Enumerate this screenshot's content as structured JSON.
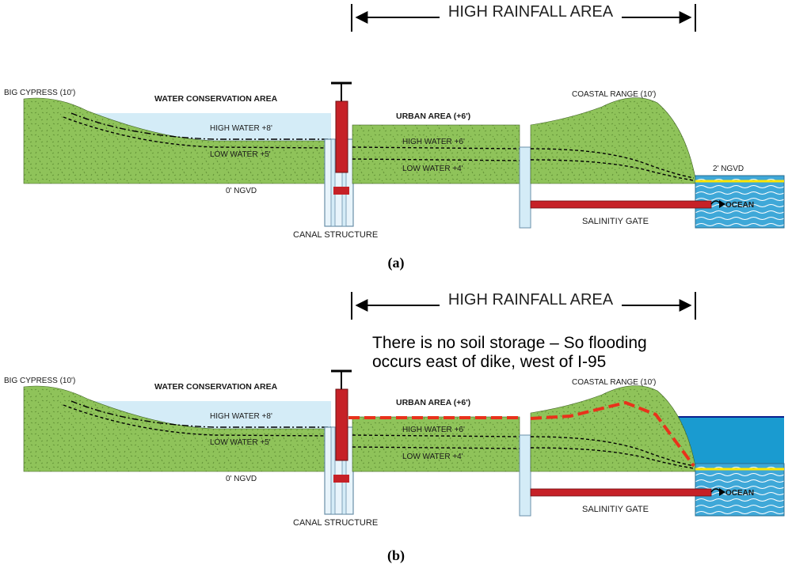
{
  "panels": [
    {
      "id": "a",
      "panel_label": "(a)",
      "region_label": "HIGH RAINFALL AREA",
      "left_label": "BIG CYPRESS (10')",
      "wca_label": "WATER CONSERVATION AREA",
      "wca_high": "HIGH WATER +8'",
      "wca_low": "LOW WATER +5'",
      "datum_label": "0' NGVD",
      "canal_label": "CANAL STRUCTURE",
      "urban_label": "URBAN AREA (+6')",
      "urban_high": "HIGH WATER +6'",
      "urban_low": "LOW WATER +4'",
      "coastal_label": "COASTAL RANGE (10')",
      "gate_label": "SALINITIY GATE",
      "ocean_label": "OCEAN",
      "ocean_level": "2' NGVD",
      "annotation_line1": "",
      "annotation_line2": "",
      "flooded": false
    },
    {
      "id": "b",
      "panel_label": "(b)",
      "region_label": "HIGH RAINFALL AREA",
      "left_label": "BIG CYPRESS (10')",
      "wca_label": "WATER CONSERVATION AREA",
      "wca_high": "HIGH WATER +8'",
      "wca_low": "LOW WATER +5'",
      "datum_label": "0' NGVD",
      "canal_label": "CANAL STRUCTURE",
      "urban_label": "URBAN AREA (+6')",
      "urban_high": "HIGH WATER +6'",
      "urban_low": "LOW WATER +4'",
      "coastal_label": "COASTAL RANGE (10')",
      "gate_label": "SALINITIY GATE",
      "ocean_label": "OCEAN",
      "ocean_level": "",
      "annotation_line1": "There is no soil storage – So flooding",
      "annotation_line2": "occurs east of dike, west of I-95",
      "flooded": true
    }
  ],
  "colors": {
    "land": "#8fc35a",
    "land_edge": "#3d5f22",
    "wca_water": "#d4ecf7",
    "ocean": "#3fa8d8",
    "flood_water": "#1a9bd0",
    "structure": "#c62127",
    "flood_line": "#e8321b",
    "datum_yellow": "#ffe600"
  }
}
